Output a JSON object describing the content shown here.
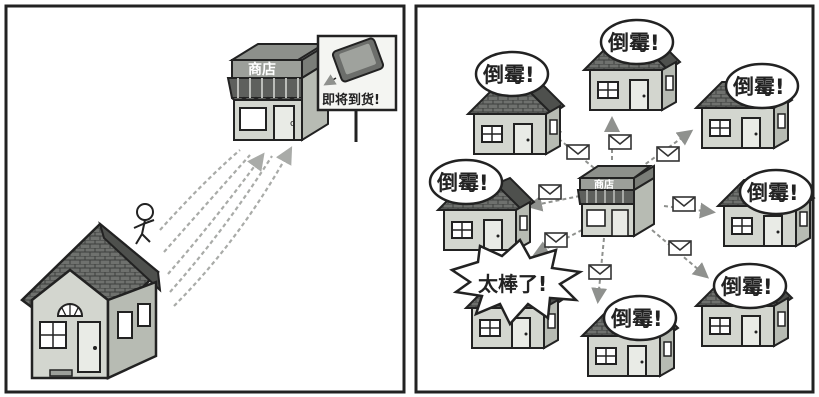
{
  "left_panel": {
    "shop_sign": "商店",
    "billboard_text": "即将到货!"
  },
  "right_panel": {
    "shop_sign": "商店",
    "bad_luck_text": "倒霉!",
    "happy_text": "太棒了!"
  },
  "colors": {
    "background": "#ffffff",
    "panel_border": "#222222",
    "house_wall": "#d3d6cf",
    "house_side": "#b7bbb3",
    "roof": "#6f716e",
    "roof_dark": "#4e504d",
    "trail": "#a9aba8",
    "arrow": "#8f918e"
  }
}
